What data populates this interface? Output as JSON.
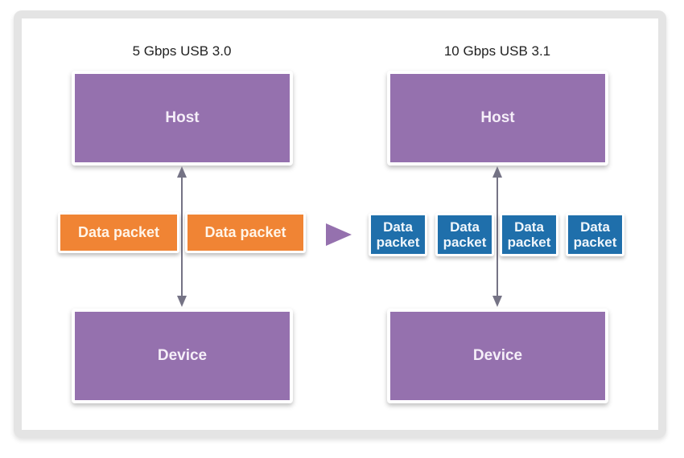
{
  "left": {
    "title": "5 Gbps USB 3.0",
    "host_label": "Host",
    "device_label": "Device",
    "packets": [
      "Data packet",
      "Data packet"
    ],
    "packet_color": "#f08434"
  },
  "right": {
    "title": "10 Gbps USB 3.1",
    "host_label": "Host",
    "device_label": "Device",
    "packets": [
      {
        "line1": "Data",
        "line2": "packet"
      },
      {
        "line1": "Data",
        "line2": "packet"
      },
      {
        "line1": "Data",
        "line2": "packet"
      },
      {
        "line1": "Data",
        "line2": "packet"
      }
    ],
    "packet_color": "#1f6fab"
  },
  "colors": {
    "box": "#9571ae",
    "arrow": "#757385",
    "transition_arrow": "#9571ae"
  },
  "icons": {
    "transition": "play-triangle-right"
  }
}
